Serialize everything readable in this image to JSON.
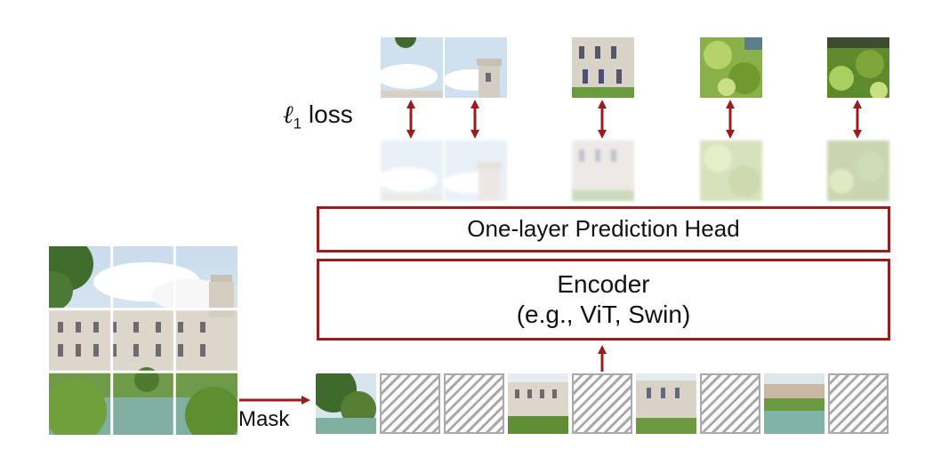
{
  "labels": {
    "loss_symbol": "ℓ",
    "loss_subscript": "1",
    "loss_word": "loss",
    "head": "One-layer Prediction Head",
    "encoder_line1": "Encoder",
    "encoder_line2": "(e.g., ViT, Swin)",
    "mask": "Mask"
  },
  "colors": {
    "accent": "#9b1c1c",
    "mask_hatch": "#a9a9a9",
    "mask_border": "#aaaaaa"
  },
  "icons": {
    "double_arrow": "red-double-headed-arrow",
    "mask_patch": "diagonal-hatch-pattern"
  }
}
